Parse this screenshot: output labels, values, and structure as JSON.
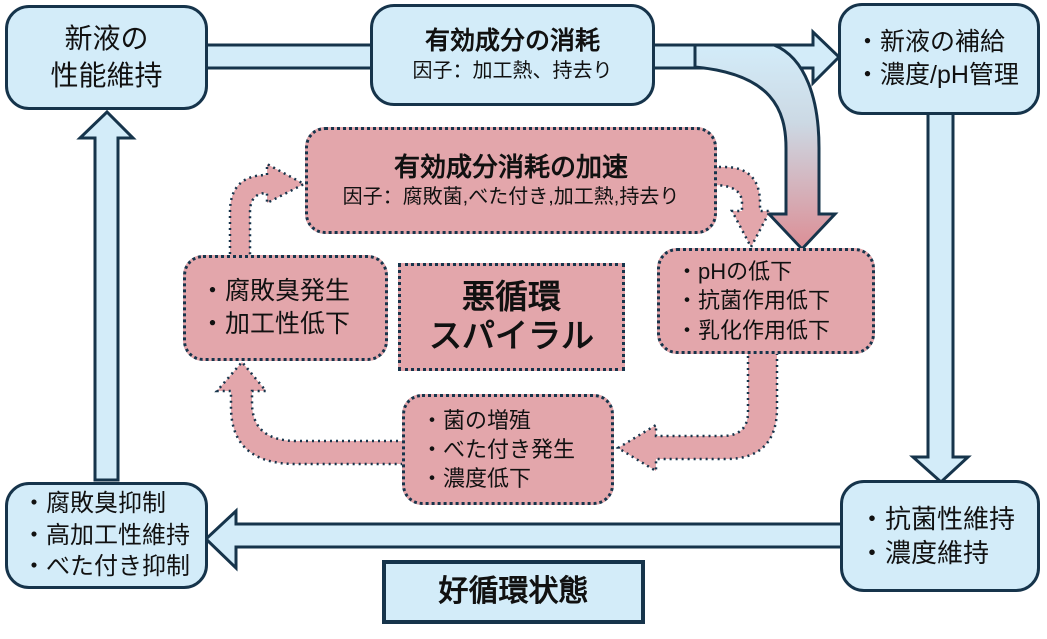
{
  "outer_cycle": {
    "new_fluid": {
      "lines": [
        "新液の",
        "性能維持"
      ]
    },
    "consumption": {
      "title": "有効成分の消耗",
      "subtitle": "因子：加工熱、持去り"
    },
    "replenish": {
      "lines": [
        "・新液の補給",
        "・濃度/pH管理"
      ]
    },
    "maintain_right": {
      "lines": [
        "・抗菌性維持",
        "・濃度維持"
      ]
    },
    "maintain_left": {
      "lines": [
        "・腐敗臭抑制",
        "・高加工性維持",
        "・べた付き抑制"
      ]
    },
    "good_cycle_label": "好循環状態"
  },
  "inner_cycle": {
    "accelerate": {
      "title": "有効成分消耗の加速",
      "subtitle": "因子：腐敗菌,べた付き,加工熱,持去り"
    },
    "ph_drop": {
      "lines": [
        "・pHの低下",
        "・抗菌作用低下",
        "・乳化作用低下"
      ]
    },
    "bacteria": {
      "lines": [
        "・菌の増殖",
        "・べた付き発生",
        "・濃度低下"
      ]
    },
    "odor": {
      "lines": [
        "・腐敗臭発生",
        "・加工性低下"
      ]
    },
    "spiral_label": {
      "lines": [
        "悪循環",
        "スパイラル"
      ]
    }
  },
  "colors": {
    "blue_fill": "#d3ecf9",
    "pink_fill": "#e3a6ab",
    "outline": "#16344b",
    "gradient_arrow_top": "#d3ecf9",
    "gradient_arrow_bottom": "#dc8e95"
  }
}
